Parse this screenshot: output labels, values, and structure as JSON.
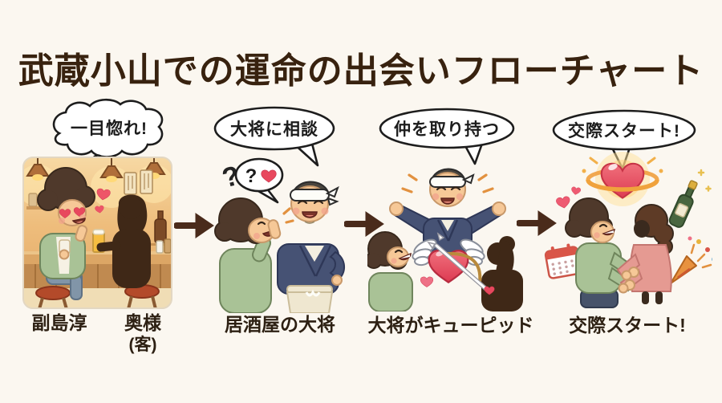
{
  "title": "武蔵小山での運命の出会いフローチャート",
  "steps": [
    {
      "bubble": "一目惚れ!",
      "bubble_type": "thought-cloud",
      "scene": "izakaya-love-at-first-sight",
      "labels": {
        "left": "副島淳",
        "right_line1": "奥様",
        "right_line2": "(客)"
      }
    },
    {
      "bubble": "大将に相談",
      "bubble_type": "speech-oval",
      "scene": "whisper-consult-master",
      "floating_question": "?",
      "mini_bubble_text": "?",
      "label": "居酒屋の大将"
    },
    {
      "bubble": "仲を取り持つ",
      "bubble_type": "speech-oval",
      "scene": "master-as-cupid",
      "label": "大将がキューピッド"
    },
    {
      "bubble": "交際スタート!",
      "bubble_type": "speech-oval",
      "scene": "dating-start-celebration",
      "label": "交際スタート!"
    }
  ],
  "colors": {
    "background": "#fbf7f0",
    "title_text": "#38220f",
    "label_text": "#2d2013",
    "arrow": "#4a2b1b",
    "bubble_stroke": "#1d1d1d",
    "heart_red": "#e8485e",
    "green_sweater": "#a9c296",
    "navy_jacket": "#465274",
    "silhouette_brown": "#3f2817",
    "skin_tan": "#f6c897",
    "wood_counter": "#c08a50",
    "pink_dress": "#e59a92"
  }
}
